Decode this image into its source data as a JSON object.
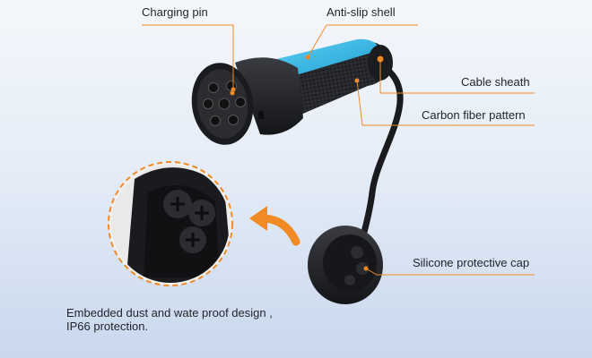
{
  "labels": {
    "charging_pin": "Charging pin",
    "anti_slip_shell": "Anti-slip shell",
    "cable_sheath": "Cable sheath",
    "carbon_fiber_pattern": "Carbon fiber pattern",
    "silicone_protective_cap": "Silicone protective cap"
  },
  "caption": {
    "line1": "Embedded dust and wate proof design ,",
    "line2": "IP66 protection."
  },
  "colors": {
    "accent_orange": "#f08a24",
    "shell_blue": "#2fb6e6",
    "body_black": "#1c1d20",
    "background_top": "#f4f7fb",
    "background_bottom": "#c9d8ee"
  }
}
